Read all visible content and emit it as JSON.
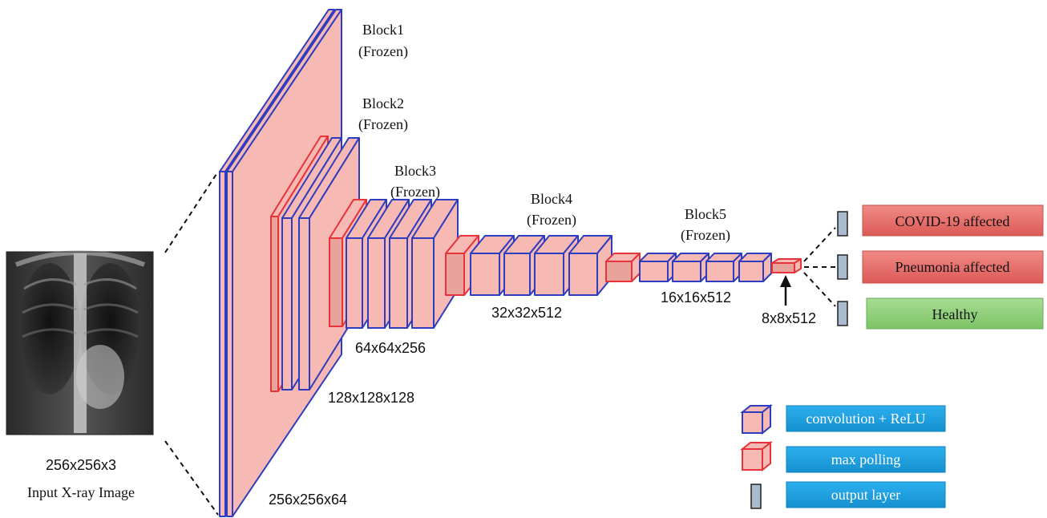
{
  "input": {
    "dims": "256x256x3",
    "caption": "Input X-ray Image"
  },
  "blocks": [
    {
      "name": "Block1",
      "status": "(Frozen)",
      "output_dims": "256x256x64"
    },
    {
      "name": "Block2",
      "status": "(Frozen)",
      "output_dims": "128x128x128"
    },
    {
      "name": "Block3",
      "status": "(Frozen)",
      "output_dims": "64x64x256"
    },
    {
      "name": "Block4",
      "status": "(Frozen)",
      "output_dims": "32x32x512"
    },
    {
      "name": "Block5",
      "status": "(Frozen)",
      "output_dims": "16x16x512"
    }
  ],
  "final_pool_dims": "8x8x512",
  "outputs": [
    {
      "label": "COVID-19 affected",
      "color": "#e6706d"
    },
    {
      "label": "Pneumonia affected",
      "color": "#e6706d"
    },
    {
      "label": "Healthy",
      "color": "#8fd07a"
    }
  ],
  "legend": [
    {
      "label": "convolution + ReLU",
      "icon": "conv-cube-icon"
    },
    {
      "label": "max polling",
      "icon": "pool-cube-icon"
    },
    {
      "label": "output layer",
      "icon": "output-node-icon"
    }
  ],
  "colors": {
    "fill": "#f7b9b3",
    "conv_edge": "#2e3cbf",
    "pool_edge": "#e8333a",
    "legend_box": "#1ba1e2",
    "output_node": "#a9bccd"
  }
}
